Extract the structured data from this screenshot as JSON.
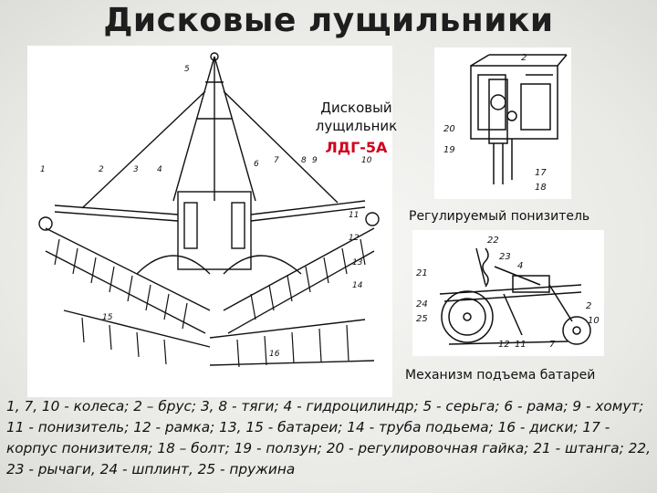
{
  "slide": {
    "title": "Дисковые лущильники"
  },
  "main_figure": {
    "caption_line1": "Дисковый",
    "caption_line2": "лущильник",
    "caption_model": "ЛДГ-5А",
    "accent_color": "#d0021b",
    "callouts": [
      "1",
      "2",
      "3",
      "4",
      "5",
      "6",
      "7",
      "8",
      "9",
      "10",
      "11",
      "12",
      "13",
      "14",
      "15",
      "16"
    ]
  },
  "lowerer_figure": {
    "label": "Регулируемый понизитель",
    "callouts": [
      "2",
      "20",
      "19",
      "17",
      "18"
    ]
  },
  "lift_figure": {
    "label": "Механизм подъема батарей",
    "callouts": [
      "22",
      "21",
      "23",
      "4",
      "24",
      "25",
      "2",
      "10",
      "12",
      "11",
      "7"
    ]
  },
  "legend": {
    "text": "1, 7, 10 - колеса; 2 – брус; 3, 8 - тяги; 4 - гидроцилиндр; 5 - серьга; 6 - рама; 9 - хомут; 11 - понизитель; 12 - рамка; 13, 15 - батареи; 14 - труба подьема; 16 - диски; 17 - корпус понизителя; 18 – болт; 19 - ползун; 20 - регулировочная гайка; 21 - штанга; 22, 23 - рычаги, 24 - шплинт, 25 - пружина"
  }
}
